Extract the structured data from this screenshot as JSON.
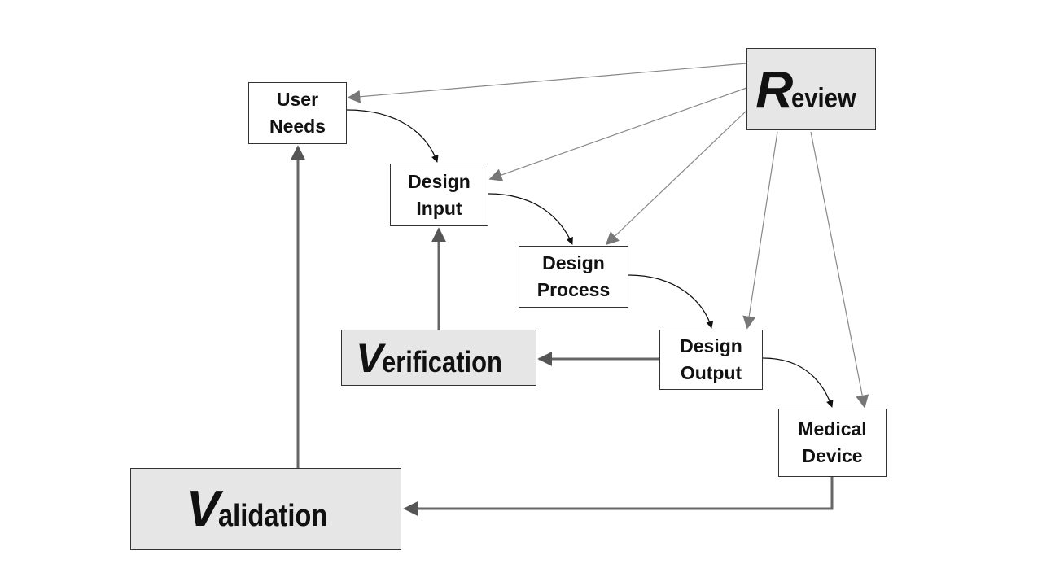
{
  "diagram": {
    "nodes": {
      "review": {
        "initial": "R",
        "rest": "eview"
      },
      "user_needs": {
        "line1": "User",
        "line2": "Needs"
      },
      "design_input": {
        "line1": "Design",
        "line2": "Input"
      },
      "design_process": {
        "line1": "Design",
        "line2": "Process"
      },
      "design_output": {
        "line1": "Design",
        "line2": "Output"
      },
      "medical_device": {
        "line1": "Medical",
        "line2": "Device"
      },
      "verification": {
        "initial": "V",
        "rest": "erification"
      },
      "validation": {
        "initial": "V",
        "rest": "alidation"
      }
    },
    "edges": [
      {
        "from": "User Needs",
        "to": "Design Input",
        "style": "curved"
      },
      {
        "from": "Design Input",
        "to": "Design Process",
        "style": "curved"
      },
      {
        "from": "Design Process",
        "to": "Design Output",
        "style": "curved"
      },
      {
        "from": "Design Output",
        "to": "Medical Device",
        "style": "curved"
      },
      {
        "from": "Review",
        "to": "User Needs",
        "style": "thin"
      },
      {
        "from": "Review",
        "to": "Design Input",
        "style": "thin"
      },
      {
        "from": "Review",
        "to": "Design Process",
        "style": "thin"
      },
      {
        "from": "Review",
        "to": "Design Output",
        "style": "thin"
      },
      {
        "from": "Review",
        "to": "Medical Device",
        "style": "thin"
      },
      {
        "from": "Design Output",
        "to": "Verification",
        "style": "thick"
      },
      {
        "from": "Verification",
        "to": "Design Input",
        "style": "thick"
      },
      {
        "from": "Medical Device",
        "to": "Validation",
        "style": "thick"
      },
      {
        "from": "Validation",
        "to": "User Needs",
        "style": "thick"
      }
    ],
    "colors": {
      "box_fill": "#ffffff",
      "emphasis_fill": "#e6e6e6",
      "border": "#333333",
      "thin_arrow": "#888888",
      "thick_arrow": "#666666",
      "curved_arrow": "#111111"
    }
  }
}
